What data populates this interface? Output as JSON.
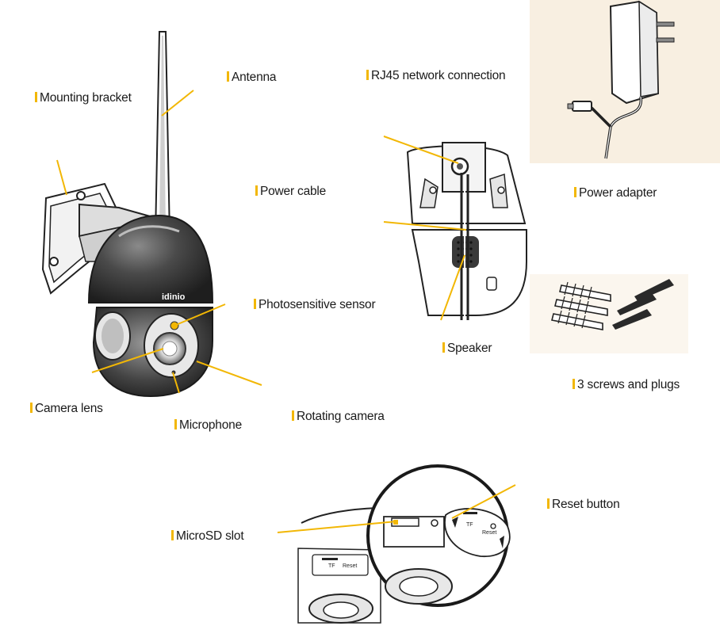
{
  "accent_color": "#f2b705",
  "line_color": "#1e1e1e",
  "adapter_bg": "#f8efe1",
  "labels": {
    "mounting_bracket": "Mounting bracket",
    "antenna": "Antenna",
    "rj45": "RJ45 network connection",
    "power_cable": "Power cable",
    "power_adapter": "Power adapter",
    "photosensitive_sensor": "Photosensitive sensor",
    "speaker": "Speaker",
    "screws_plugs": "3 screws and plugs",
    "camera_lens": "Camera lens",
    "microphone": "Microphone",
    "rotating_camera": "Rotating camera",
    "reset_button": "Reset button",
    "microsd_slot": "MicroSD slot"
  },
  "device": {
    "brand": "idinio",
    "tf_label": "TF",
    "reset_label": "Reset"
  }
}
